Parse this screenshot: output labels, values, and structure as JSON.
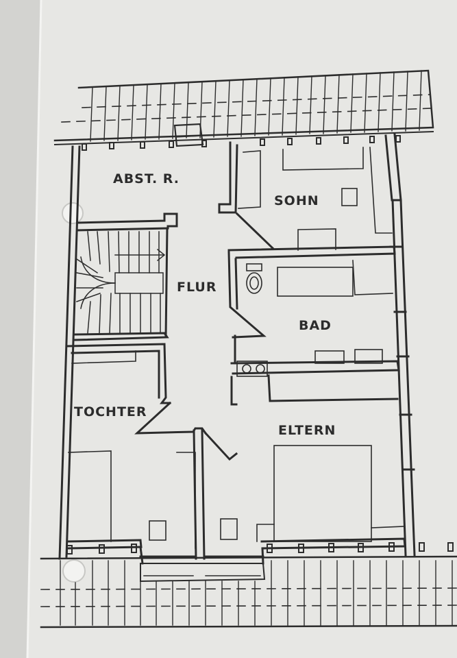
{
  "rooms": {
    "abst": "ABST. R.",
    "sohn": "SOHN",
    "flur": "FLUR",
    "bad": "BAD",
    "tochter": "TOCHTER",
    "eltern": "ELTERN"
  },
  "colors": {
    "background": "#d6d6d3",
    "paper": "#e6e6e3",
    "ink": "#2c2c2c"
  }
}
